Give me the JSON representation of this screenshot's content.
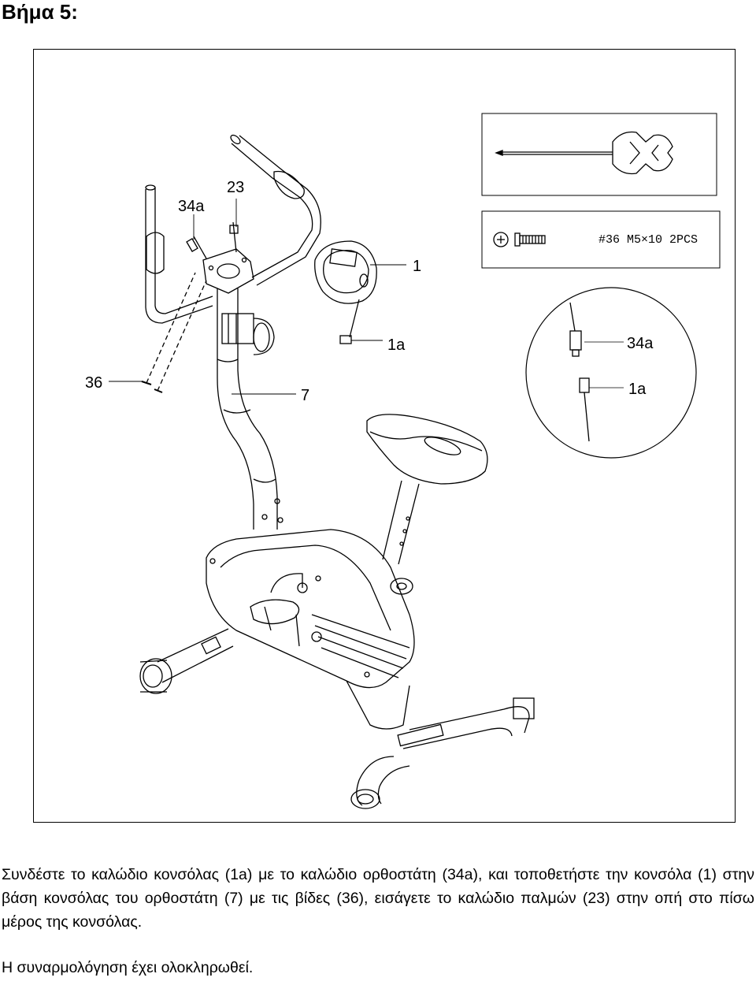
{
  "step_title": "Βήμα 5:",
  "callouts": {
    "c34a": "34a",
    "c23": "23",
    "c1": "1",
    "c1a": "1a",
    "c36": "36",
    "c7": "7",
    "detail_34a": "34a",
    "detail_1a": "1a"
  },
  "hardware_label": "#36  M5×10  2PCS",
  "instructions": "Συνδέστε το καλώδιο κονσόλας (1a) με το καλώδιο ορθοστάτη (34a), και τοποθετήστε την κονσόλα (1) στην βάση κονσόλας του ορθοστάτη (7) με τις βίδες (36), εισάγετε το καλώδιο παλμών (23) στην οπή στο πίσω μέρος της κονσόλας.",
  "completion": "Η συναρμολόγηση έχει ολοκληρωθεί."
}
